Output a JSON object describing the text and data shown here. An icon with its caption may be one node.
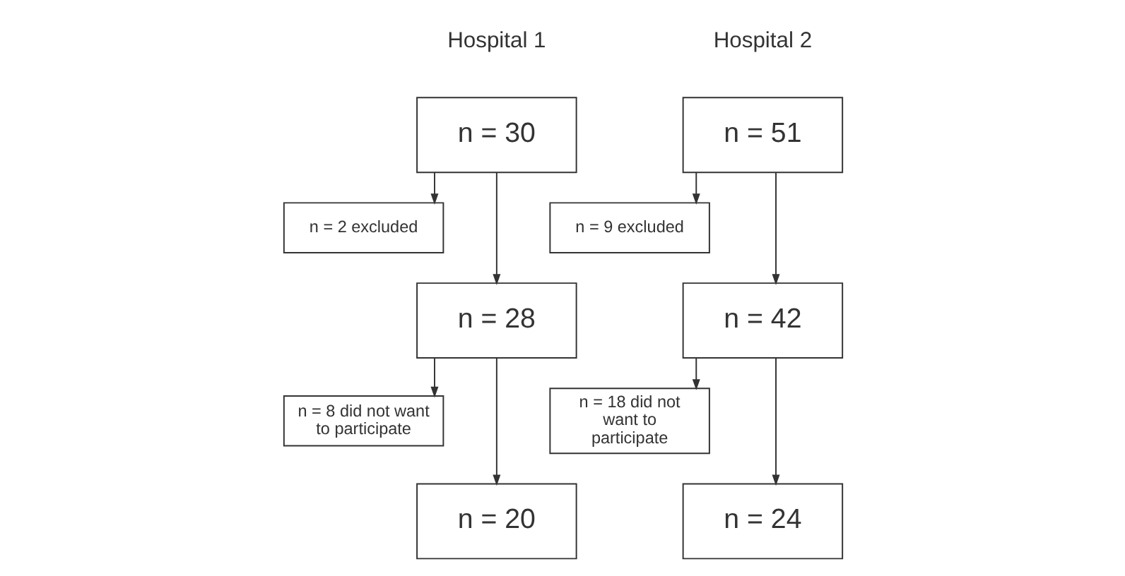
{
  "diagram": {
    "nodes": [
      {
        "text": [
          "n = 30"
        ]
      },
      {
        "text": [
          "n = 2 excluded"
        ]
      },
      {
        "text": [
          "n = 28"
        ]
      },
      {
        "text": [
          "n = 8 did not want to participate"
        ]
      },
      {
        "text": [
          "n = 20"
        ]
      },
      {
        "text": [
          "n = 51"
        ]
      },
      {
        "text": [
          "n = 9 excluded"
        ]
      },
      {
        "text": [
          "n = 42"
        ]
      },
      {
        "text": [
          "n = 18 did not want to participate"
        ]
      },
      {
        "text": [
          "n = 24"
        ]
      }
    ],
    "edges": [
      {
        "from": 0,
        "to": 2,
        "arrow": "to"
      },
      {
        "from": 0,
        "to": 1,
        "arrow": "to"
      },
      {
        "from": 2,
        "to": 4,
        "arrow": "to"
      },
      {
        "from": 2,
        "to": 3,
        "arrow": "to"
      },
      {
        "from": 5,
        "to": 7,
        "arrow": "to"
      },
      {
        "from": 5,
        "to": 6,
        "arrow": "to"
      },
      {
        "from": 7,
        "to": 9,
        "arrow": "to"
      },
      {
        "from": 7,
        "to": 8,
        "arrow": "to"
      }
    ],
    "labels": [
      "Hospital 1",
      "Hospital 2"
    ]
  }
}
